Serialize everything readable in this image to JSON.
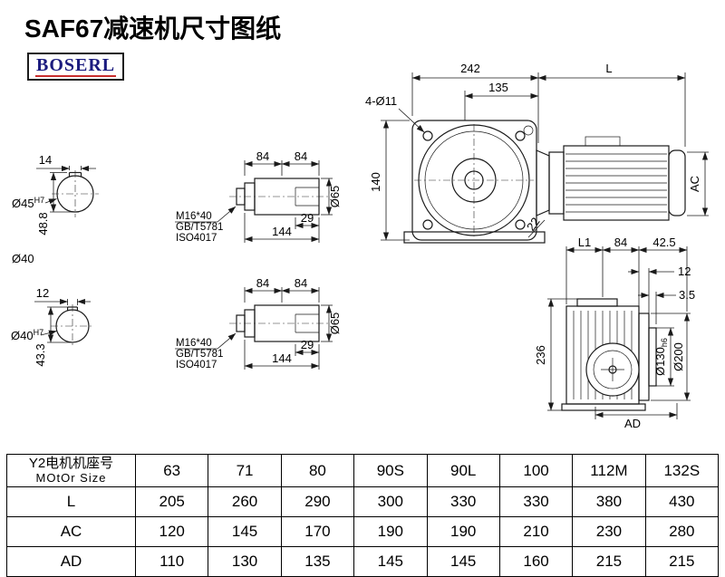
{
  "page": {
    "title": "SAF67减速机尺寸图纸",
    "logo": "BOSERL"
  },
  "front_view": {
    "dim_width": "242",
    "dim_motor_length": "L",
    "dim_flange": "135",
    "dim_holes": "4-Ø11",
    "dim_height": "140",
    "dim_foot": "22",
    "dim_motor_dia": "AC"
  },
  "shaft_end_top": {
    "dim_keyway_width": "14",
    "dim_bore": "Ø45",
    "dim_bore_tol": "H7",
    "dim_keyway_depth": "48.8",
    "dim_shaft": "Ø40"
  },
  "shaft_end_bottom": {
    "dim_keyway_width": "12",
    "dim_bore": "Ø40",
    "dim_bore_tol": "H7",
    "dim_keyway_depth": "43.3"
  },
  "shaft_top": {
    "dim_seg1": "84",
    "dim_seg2": "84",
    "dim_key_length": "29",
    "dim_total_length": "144",
    "dim_diameter": "Ø65",
    "note_bolt": "M16*40",
    "note_standard1": "GB/T5781",
    "note_standard2": "ISO4017"
  },
  "shaft_bottom": {
    "dim_seg1": "84",
    "dim_seg2": "84",
    "dim_key_length": "29",
    "dim_total_length": "144",
    "dim_diameter": "Ø65",
    "note_bolt": "M16*40",
    "note_standard1": "GB/T5781",
    "note_standard2": "ISO4017"
  },
  "side_view": {
    "dim_L1": "L1",
    "dim_84": "84",
    "dim_42_5": "42.5",
    "dim_12": "12",
    "dim_3_5": "3.5",
    "dim_height": "236",
    "dim_spigot": "Ø130",
    "dim_spigot_tol": "h6",
    "dim_flange_dia": "Ø200",
    "dim_AD": "AD"
  },
  "table": {
    "row_header_line1": "Y2电机机座号",
    "row_header_line2": "MOtOr Size",
    "sizes": [
      "63",
      "71",
      "80",
      "90S",
      "90L",
      "100",
      "112M",
      "132S"
    ],
    "rows": [
      {
        "label": "L",
        "values": [
          "205",
          "260",
          "290",
          "300",
          "330",
          "330",
          "380",
          "430"
        ]
      },
      {
        "label": "AC",
        "values": [
          "120",
          "145",
          "170",
          "190",
          "190",
          "210",
          "230",
          "280"
        ]
      },
      {
        "label": "AD",
        "values": [
          "110",
          "130",
          "135",
          "145",
          "145",
          "160",
          "215",
          "215"
        ]
      }
    ]
  }
}
